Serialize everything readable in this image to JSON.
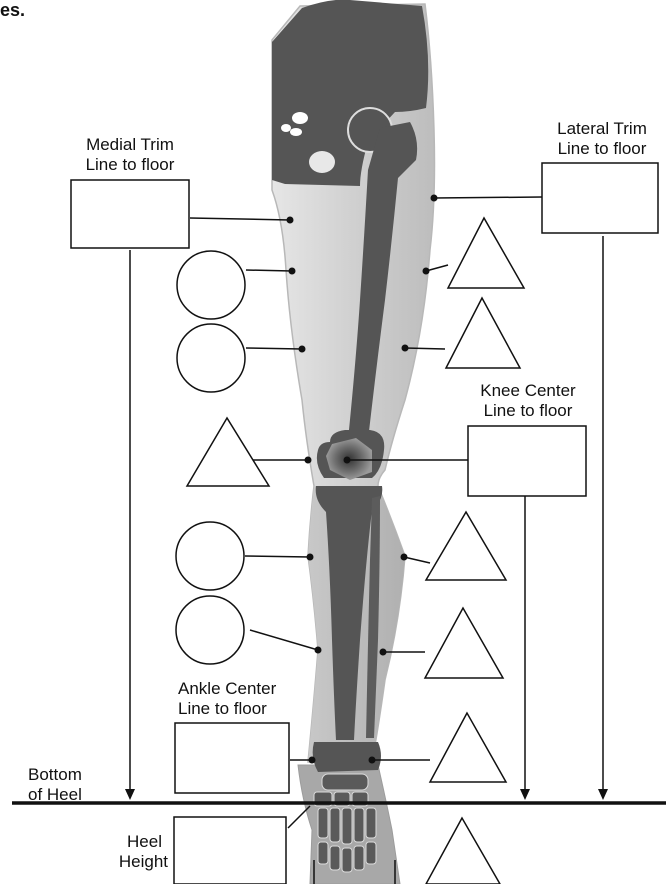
{
  "header_fragment": "es.",
  "labels": {
    "medial_trim": [
      "Medial Trim",
      "Line to floor"
    ],
    "lateral_trim": [
      "Lateral Trim",
      "Line to floor"
    ],
    "knee_center": [
      "Knee Center",
      "Line to floor"
    ],
    "ankle_center": [
      "Ankle Center",
      "Line to floor"
    ],
    "bottom_of_heel": [
      "Bottom",
      "of Heel"
    ],
    "heel_height": [
      "Heel",
      "Height"
    ]
  },
  "colors": {
    "leg_outline": "#d2d2d2",
    "bone": "#555555",
    "line": "#111111",
    "knee_marker": "#888888"
  },
  "measurement_fields": {
    "circumference_circles": 4,
    "width_triangles": 7,
    "length_boxes": 5
  }
}
